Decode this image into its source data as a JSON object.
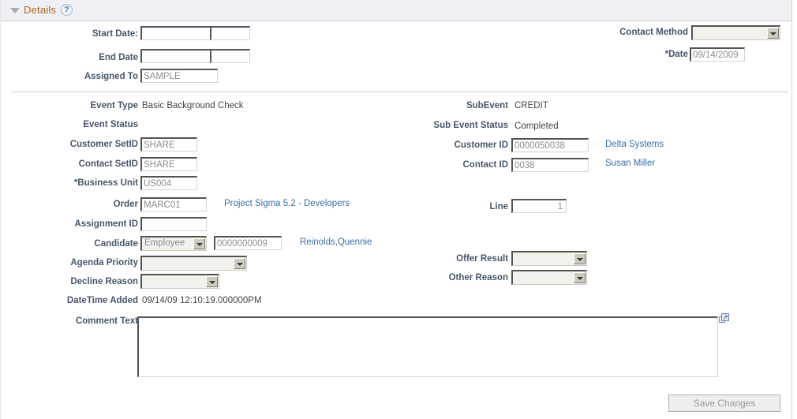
{
  "group": {
    "title": "Details",
    "help_icon": "help-question-icon",
    "collapse_icon": "collapse-triangle-icon"
  },
  "top_section": {
    "start_date": {
      "label": "Start Date:",
      "value": "",
      "value2": ""
    },
    "end_date": {
      "label": "End Date",
      "value": "",
      "value2": ""
    },
    "assigned_to": {
      "label": "Assigned To",
      "value": "SAMPLE"
    },
    "contact_method": {
      "label": "Contact Method",
      "value": ""
    },
    "date": {
      "label": "*Date",
      "value": "09/14/2009"
    }
  },
  "main_section": {
    "event_type": {
      "label": "Event Type",
      "value": "Basic Background Check"
    },
    "event_status": {
      "label": "Event Status",
      "value": ""
    },
    "customer_setid": {
      "label": "Customer SetID",
      "value": "SHARE"
    },
    "contact_setid": {
      "label": "Contact SetID",
      "value": "SHARE"
    },
    "business_unit": {
      "label": "*Business Unit",
      "value": "US004"
    },
    "subevent": {
      "label": "SubEvent",
      "value": "CREDIT"
    },
    "sub_event_status": {
      "label": "Sub Event Status",
      "value": "Completed"
    },
    "customer_id": {
      "label": "Customer ID",
      "value": "0000050038",
      "link": "Delta Systems"
    },
    "contact_id": {
      "label": "Contact ID",
      "value": "0038",
      "link": "Susan Miller"
    },
    "order": {
      "label": "Order",
      "value": "MARC01",
      "link": "Project Sigma 5.2 - Developers"
    },
    "line": {
      "label": "Line",
      "value": "1"
    },
    "assignment_id": {
      "label": "Assignment ID",
      "value": ""
    },
    "candidate": {
      "label": "Candidate",
      "type_value": "Employee",
      "id_value": "0000000009",
      "link": "Reinolds,Quennie"
    },
    "agenda_priority": {
      "label": "Agenda Priority",
      "value": ""
    },
    "decline_reason": {
      "label": "Decline Reason",
      "value": ""
    },
    "offer_result": {
      "label": "Offer Result",
      "value": ""
    },
    "other_reason": {
      "label": "Other Reason",
      "value": ""
    },
    "datetime_added": {
      "label": "DateTime Added",
      "value": "09/14/09 12:10:19.000000PM"
    },
    "comment_text": {
      "label": "Comment Text",
      "value": "",
      "expand_icon": "expand-popup-icon"
    }
  },
  "footer": {
    "save_button": "Save Changes"
  },
  "colors": {
    "header_bg": "#eef0f4",
    "title": "#b5651d",
    "label": "#47566b",
    "link": "#3b6ea8",
    "input_border_dark": "#545454",
    "value_text": "#8a8a8a"
  }
}
